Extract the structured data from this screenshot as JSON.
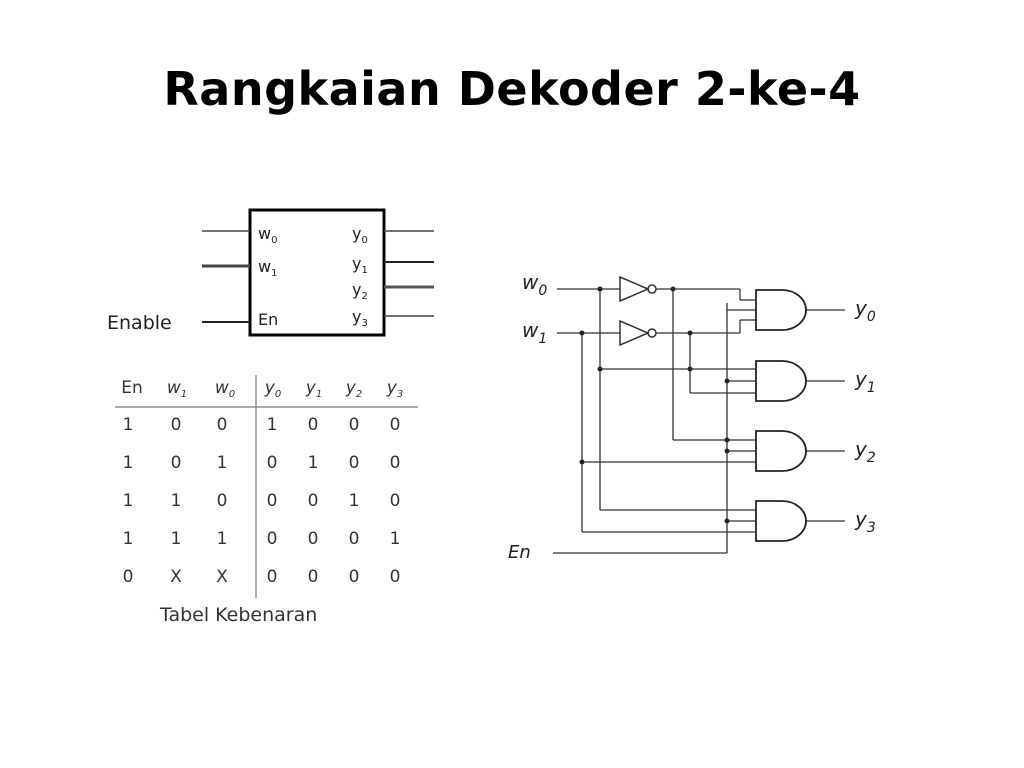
{
  "slide": {
    "title": "Rangkaian Dekoder 2-ke-4"
  },
  "block": {
    "in_w": "w",
    "in_w0_sub": "0",
    "in_w1_sub": "1",
    "en": "En",
    "enable": "Enable",
    "out_y": "y",
    "y0_sub": "0",
    "y1_sub": "1",
    "y2_sub": "2",
    "y3_sub": "3"
  },
  "truth_table": {
    "headers": [
      {
        "base": "En",
        "sub": ""
      },
      {
        "base": "w",
        "sub": "1"
      },
      {
        "base": "w",
        "sub": "0"
      },
      {
        "base": "y",
        "sub": "0"
      },
      {
        "base": "y",
        "sub": "1"
      },
      {
        "base": "y",
        "sub": "2"
      },
      {
        "base": "y",
        "sub": "3"
      }
    ],
    "rows": [
      [
        "1",
        "0",
        "0",
        "1",
        "0",
        "0",
        "0"
      ],
      [
        "1",
        "0",
        "1",
        "0",
        "1",
        "0",
        "0"
      ],
      [
        "1",
        "1",
        "0",
        "0",
        "0",
        "1",
        "0"
      ],
      [
        "1",
        "1",
        "1",
        "0",
        "0",
        "0",
        "1"
      ],
      [
        "0",
        "X",
        "X",
        "0",
        "0",
        "0",
        "0"
      ]
    ],
    "caption": "Tabel Kebenaran"
  },
  "circuit": {
    "w": "w",
    "w0_sub": "0",
    "w1_sub": "1",
    "y": "y",
    "y0_sub": "0",
    "y1_sub": "1",
    "y2_sub": "2",
    "y3_sub": "3",
    "en": "En"
  }
}
